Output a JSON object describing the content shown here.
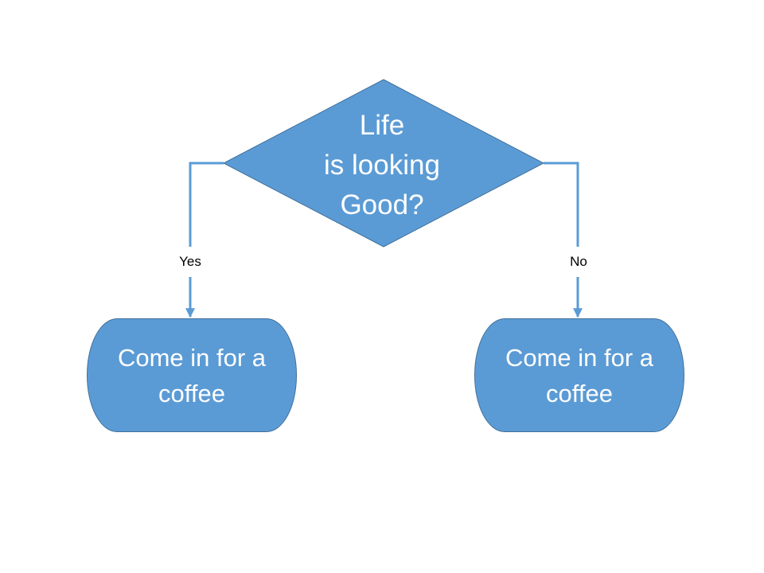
{
  "diagram": {
    "decision": {
      "lines": [
        "Life",
        "is looking",
        "Good?"
      ]
    },
    "branches": {
      "yes_label": "Yes",
      "no_label": "No"
    },
    "outcomes": {
      "yes_text": "Come in for a coffee",
      "no_text": "Come in for a coffee"
    },
    "colors": {
      "shape_fill": "#5b9bd5",
      "shape_border": "#41719c",
      "connector": "#5b9bd5",
      "shape_text": "#ffffff",
      "label_text": "#000000"
    }
  }
}
